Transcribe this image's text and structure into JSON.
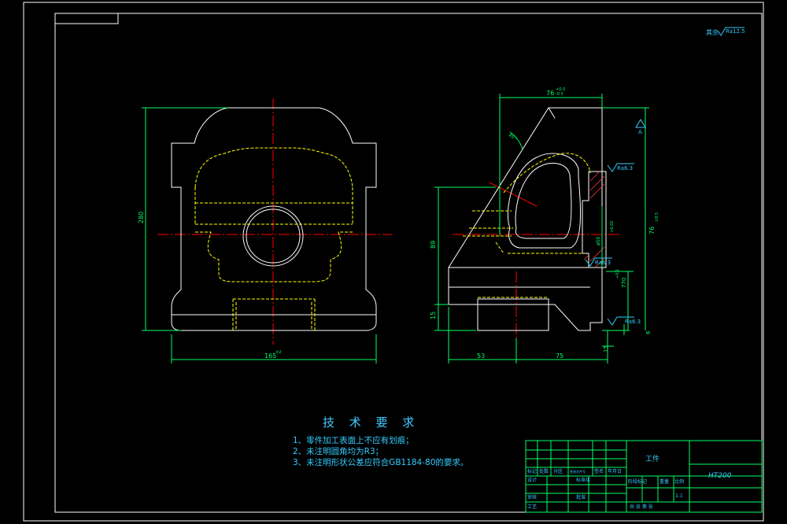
{
  "colors": {
    "background": "#000000",
    "outline": "#ffffff",
    "hidden": "#ffff00",
    "center": "#ff0000",
    "dimension": "#00ff66",
    "text": "#33ccff",
    "hatch": "#ff3333"
  },
  "front_view": {
    "dim_height": "280",
    "dim_width": "165",
    "dim_width_tol_upper": "±2"
  },
  "side_view": {
    "dim_top_width": "76",
    "dim_top_tol_upper": "+0.0",
    "dim_top_tol_lower": "-0.5",
    "dim_angle": "45°",
    "dim_total_height": "76",
    "dim_total_height_tol": "±0.5",
    "dim_slot": "ø50",
    "dim_slot_tol": "+0.02",
    "dim_upper": "89",
    "dim_base": "15",
    "dim_left_bottom": "53",
    "dim_right_bottom": "75",
    "dim_mid": "770",
    "dim_mid_tol": "+0.1",
    "dim_small_right": "6",
    "dim_bottom_right": "15",
    "rough_1": "Ra6.3",
    "rough_2": "Ra6.3",
    "rough_3": "Ra6.3",
    "datum": "A"
  },
  "roughness_note": {
    "prefix": "其余",
    "value": "Ra12.5"
  },
  "tech_notes": {
    "title": "技 术 要 求",
    "lines": [
      "1、零件加工表面上不应有划痕；",
      "2、未注明圆角均为R3；",
      "3、未注明形状公差应符合GB1184-80的要求。"
    ]
  },
  "title_block": {
    "part_name": "工件",
    "material": "HT200",
    "scale": "1:1",
    "cells": {
      "mark": "标记",
      "count": "处数",
      "zone": "分区",
      "doc": "更改文件号",
      "sign": "签名",
      "date": "年月日",
      "design": "设计",
      "std": "标准化",
      "stage": "阶段标记",
      "weight": "重量",
      "ratio": "比例",
      "review": "审核",
      "craft": "工艺",
      "approve": "批准",
      "sheets": "共 张 第 张"
    }
  }
}
